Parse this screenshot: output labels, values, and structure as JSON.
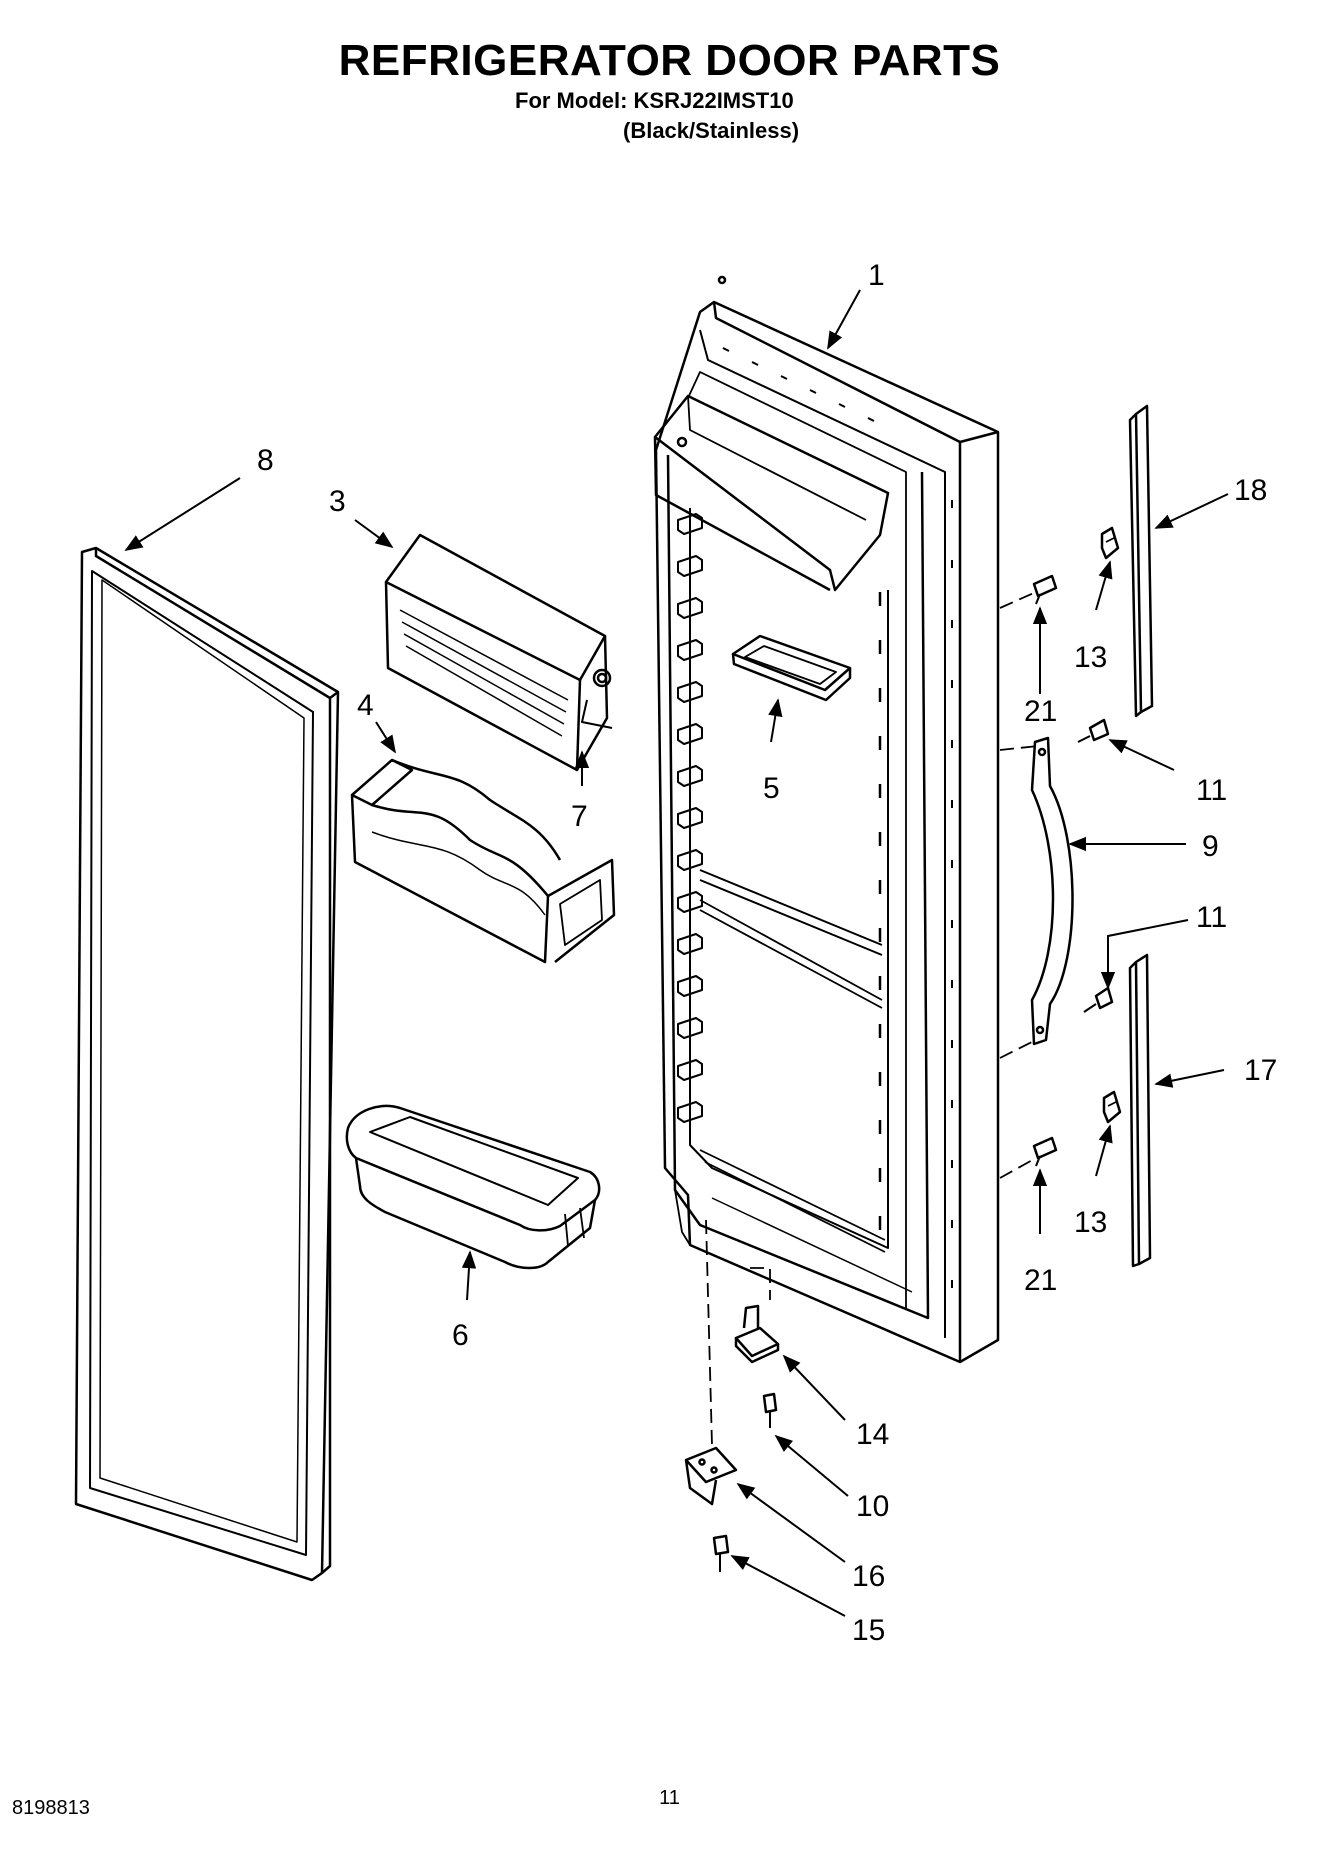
{
  "header": {
    "title": "REFRIGERATOR DOOR PARTS",
    "model_line": "For Model: KSRJ22IMST10",
    "variant_line": "(Black/Stainless)"
  },
  "footer": {
    "doc_number": "8198813",
    "page_number": "11"
  },
  "callouts": {
    "c1": "1",
    "c3": "3",
    "c4": "4",
    "c5": "5",
    "c6": "6",
    "c7": "7",
    "c8": "8",
    "c9": "9",
    "c10": "10",
    "c11a": "11",
    "c11b": "11",
    "c13a": "13",
    "c13b": "13",
    "c14": "14",
    "c15": "15",
    "c16": "16",
    "c17": "17",
    "c18": "18",
    "c21a": "21",
    "c21b": "21"
  }
}
